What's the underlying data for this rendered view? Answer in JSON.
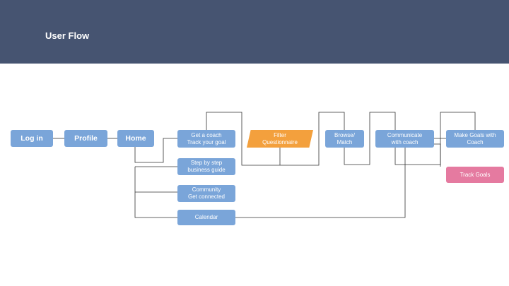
{
  "header": {
    "title": "User Flow"
  },
  "nodes": {
    "login": "Log in",
    "profile": "Profile",
    "home": "Home",
    "get_coach": {
      "line1": "Get a coach",
      "line2": "Track your goal"
    },
    "step_guide": {
      "line1": "Step by step",
      "line2": "business guide"
    },
    "community": {
      "line1": "Community",
      "line2": "Get connected"
    },
    "calendar": "Calendar",
    "filter": {
      "line1": "Filter",
      "line2": "Questionnaire"
    },
    "browse": {
      "line1": "Browse/",
      "line2": "Match"
    },
    "communicate": {
      "line1": "Communicate",
      "line2": "with coach"
    },
    "make_goals": {
      "line1": "Make Goals with",
      "line2": "Coach"
    },
    "track_goals": "Track Goals"
  },
  "colors": {
    "header_bg": "#465471",
    "node_blue": "#7aa5d9",
    "node_orange": "#f3a03d",
    "node_pink": "#e57aa0",
    "connector": "#333333"
  }
}
